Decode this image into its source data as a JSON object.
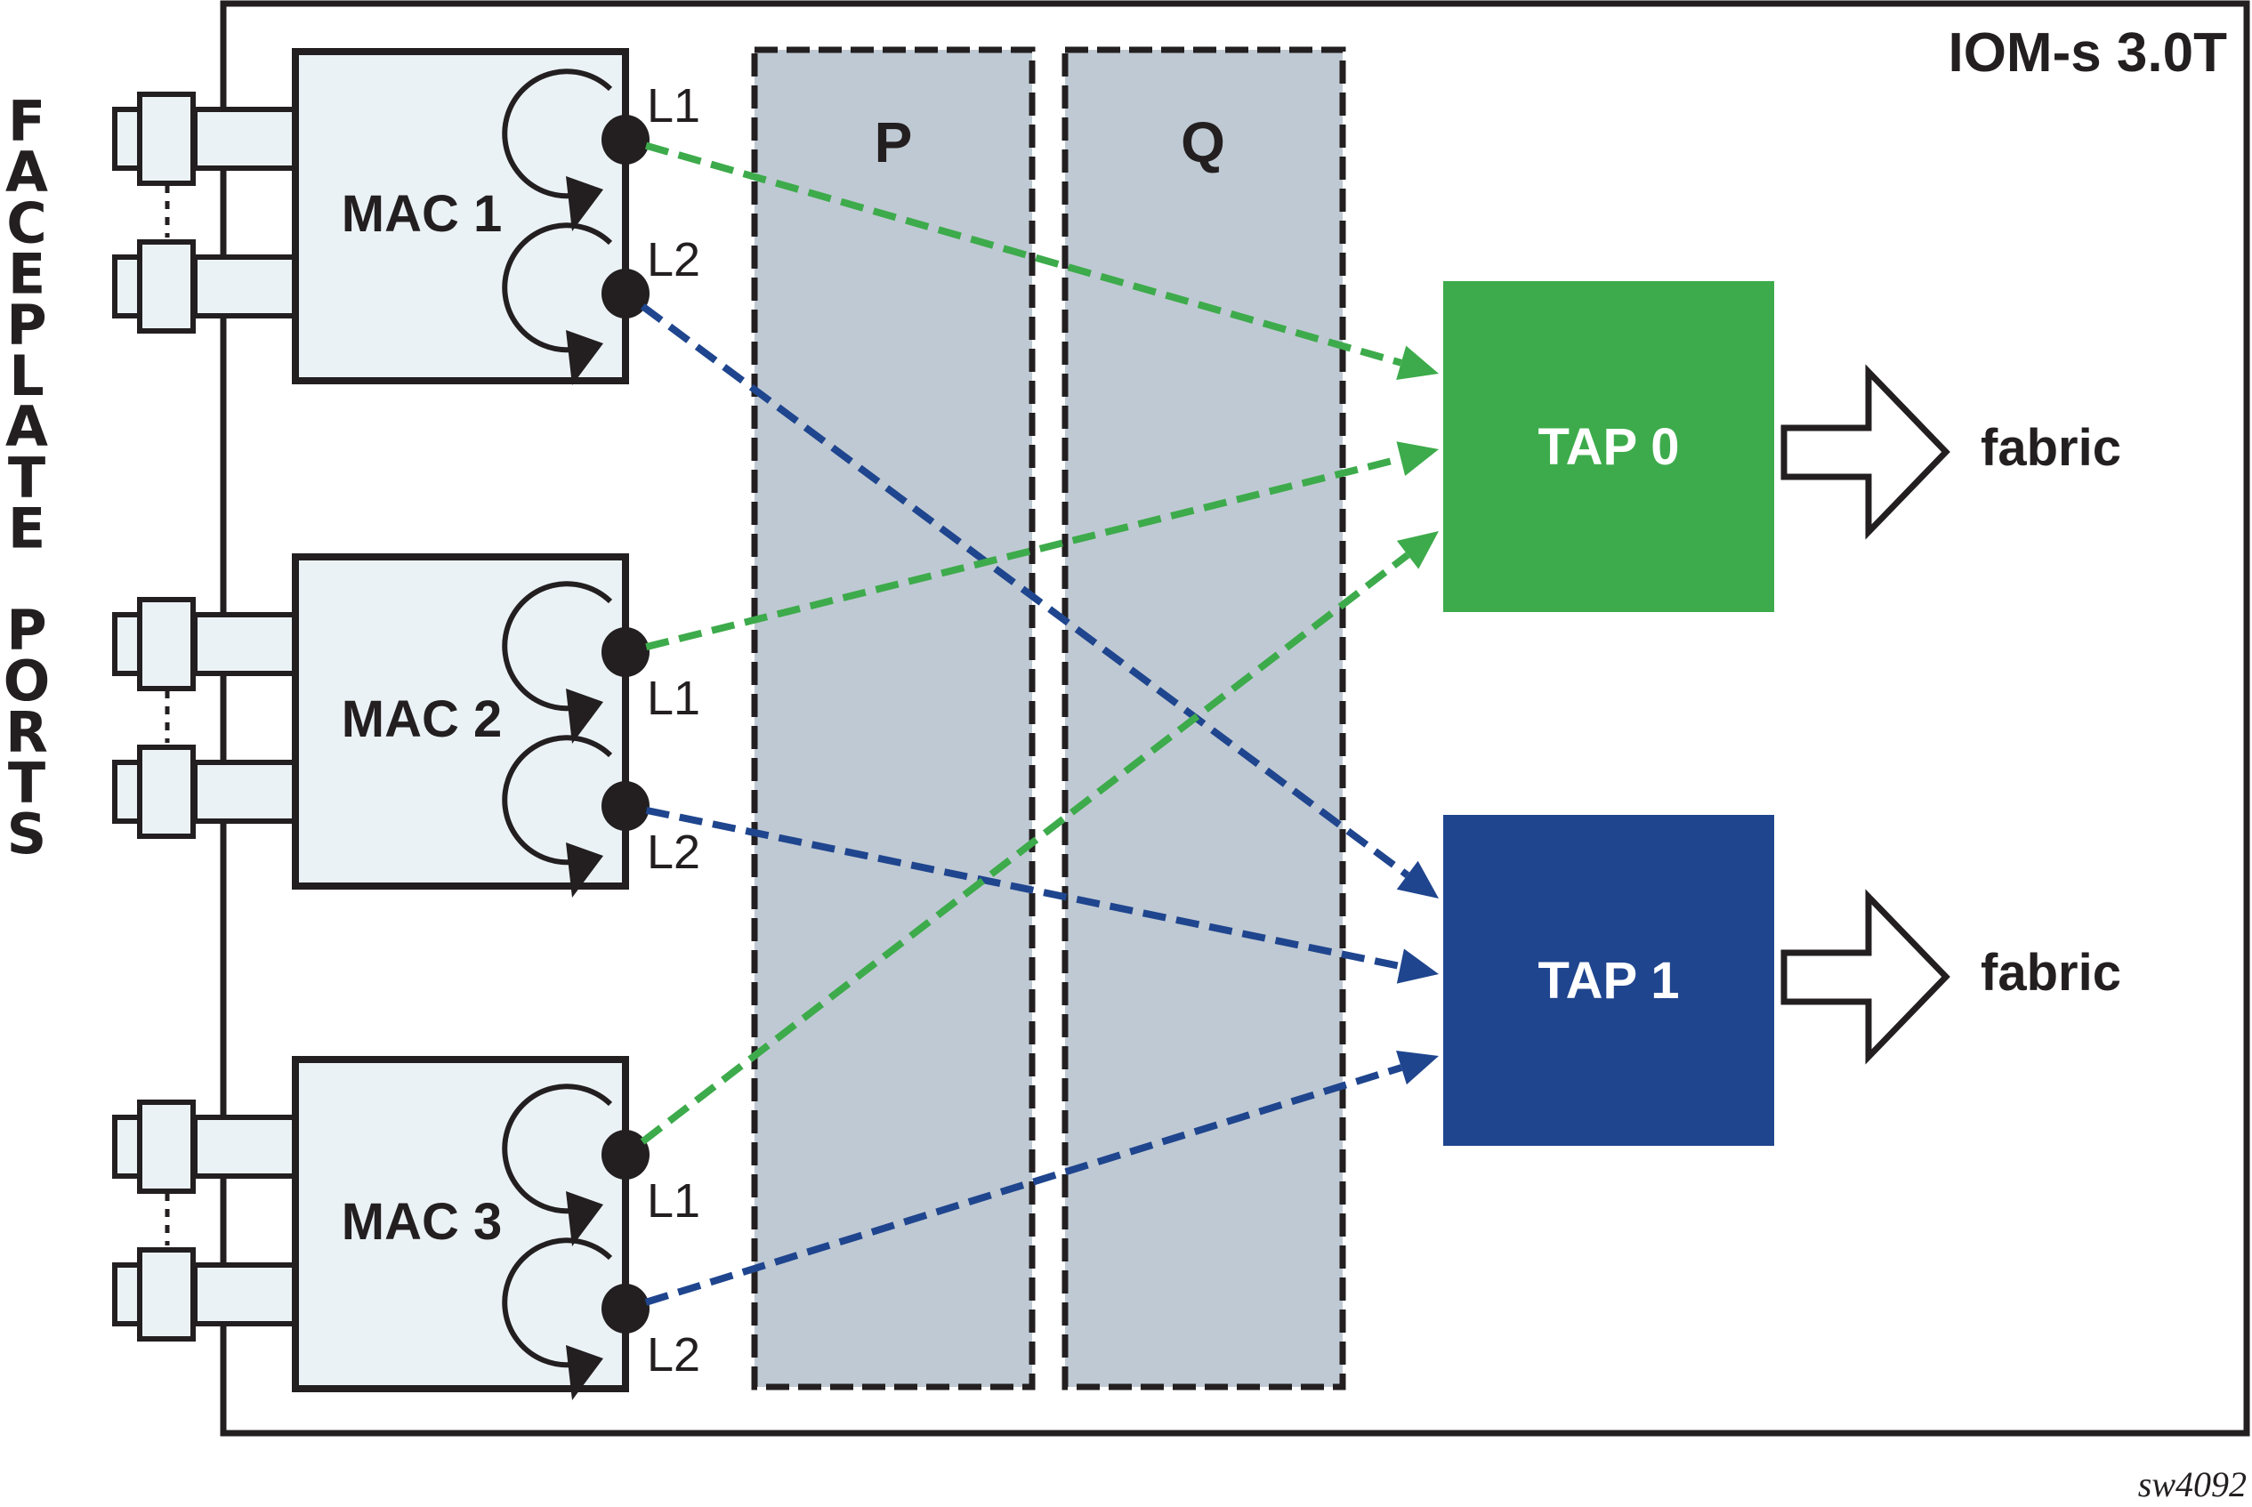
{
  "title": "IOM-s 3.0T",
  "figure_code": "sw4092",
  "side_label": {
    "text": "FACEPLATE PORTS",
    "letters": [
      "F",
      "A",
      "C",
      "E",
      "P",
      "L",
      "A",
      "T",
      "E",
      "",
      "P",
      "O",
      "R",
      "T",
      "S"
    ]
  },
  "colors": {
    "green": "#3dab4b",
    "blue": "#1f458e",
    "mac_fill": "#ebf2f6",
    "column_fill": "#bfc9d3",
    "stroke": "#231f20"
  },
  "macs": [
    {
      "id": "mac1",
      "label": "MAC 1",
      "link_labels": [
        "L1",
        "L2"
      ],
      "ports_shown": 2,
      "has_ellipsis": true
    },
    {
      "id": "mac2",
      "label": "MAC 2",
      "link_labels": [
        "L1",
        "L2"
      ],
      "ports_shown": 2,
      "has_ellipsis": true
    },
    {
      "id": "mac3",
      "label": "MAC 3",
      "link_labels": [
        "L1",
        "L2"
      ],
      "ports_shown": 2,
      "has_ellipsis": true
    }
  ],
  "columns": [
    {
      "id": "p",
      "label": "P"
    },
    {
      "id": "q",
      "label": "Q"
    }
  ],
  "taps": [
    {
      "id": "tap0",
      "label": "TAP 0",
      "color": "green",
      "output_label": "fabric"
    },
    {
      "id": "tap1",
      "label": "TAP 1",
      "color": "blue",
      "output_label": "fabric"
    }
  ],
  "connections": [
    {
      "from": "mac1.L1",
      "to": "tap0",
      "color": "green",
      "style": "dashed"
    },
    {
      "from": "mac1.L2",
      "to": "tap1",
      "color": "blue",
      "style": "dashed"
    },
    {
      "from": "mac2.L1",
      "to": "tap0",
      "color": "green",
      "style": "dashed"
    },
    {
      "from": "mac2.L2",
      "to": "tap1",
      "color": "blue",
      "style": "dashed"
    },
    {
      "from": "mac3.L1",
      "to": "tap0",
      "color": "green",
      "style": "dashed"
    },
    {
      "from": "mac3.L2",
      "to": "tap1",
      "color": "blue",
      "style": "dashed"
    }
  ]
}
